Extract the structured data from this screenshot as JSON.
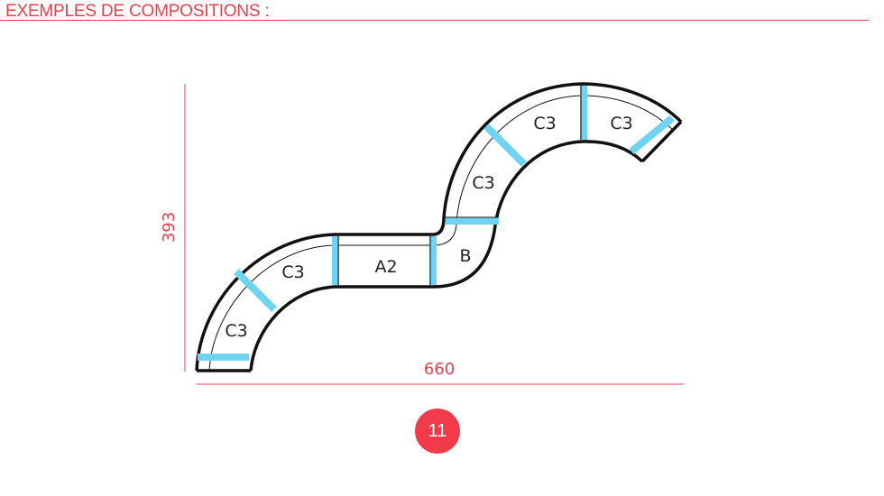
{
  "header": {
    "title": "EXEMPLES DE COMPOSITIONS :"
  },
  "dimensions": {
    "height": "393",
    "width": "660"
  },
  "segments": [
    "C3",
    "C3",
    "A2",
    "B",
    "C3",
    "C3",
    "C3"
  ],
  "page": {
    "number": "11"
  },
  "colors": {
    "accent": "#e8404e",
    "joint": "#6fd3f2",
    "outline": "#111111",
    "badge": "#f23b4a"
  }
}
